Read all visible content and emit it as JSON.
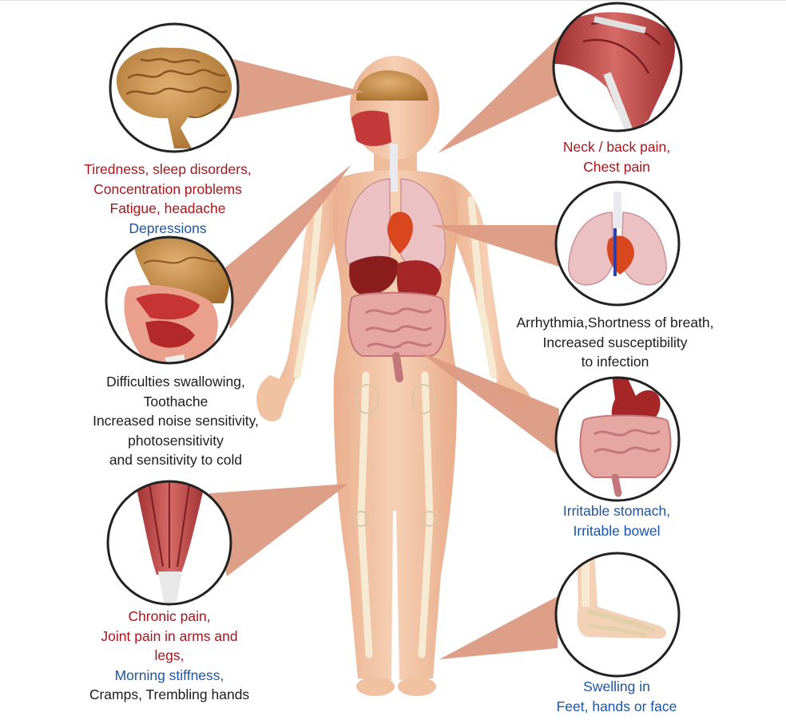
{
  "colors": {
    "red_text": "#a4161c",
    "blue_text": "#1b55a8",
    "black_text": "#1c1c1c",
    "skin": "#f3c7a8",
    "pointer": "#d98b72",
    "circle_border": "#222222"
  },
  "callouts": {
    "brain": {
      "icon": "brain-icon",
      "lines": [
        {
          "text": "Tiredness, sleep disorders,",
          "color": "red"
        },
        {
          "text": "Concentration problems",
          "color": "red"
        },
        {
          "text": "Fatigue, headache",
          "color": "red"
        },
        {
          "text": "Depressions",
          "color": "blue"
        }
      ]
    },
    "head_section": {
      "icon": "head-cross-section-icon",
      "lines": [
        {
          "text": "Difficulties swallowing,",
          "color": "black"
        },
        {
          "text": "Toothache",
          "color": "black"
        },
        {
          "text": "Increased noise sensitivity,",
          "color": "black"
        },
        {
          "text": "photosensitivity",
          "color": "black"
        },
        {
          "text": "and sensitivity to cold",
          "color": "black"
        }
      ]
    },
    "muscle": {
      "icon": "leg-muscle-icon",
      "lines": [
        {
          "text": "Chronic pain,",
          "color": "red"
        },
        {
          "text": "Joint pain in arms and",
          "color": "red"
        },
        {
          "text": "legs,",
          "color": "red"
        },
        {
          "text": "Morning stiffness,",
          "color": "blue"
        },
        {
          "text": "Cramps, Trembling hands",
          "color": "black"
        }
      ]
    },
    "shoulder": {
      "icon": "shoulder-muscle-icon",
      "lines": [
        {
          "text": "Neck / back pain,",
          "color": "red"
        },
        {
          "text": "Chest pain",
          "color": "red"
        }
      ]
    },
    "lungs": {
      "icon": "lungs-heart-icon",
      "lines": [
        {
          "text": "Arrhythmia,Shortness of breath,",
          "color": "black"
        },
        {
          "text": "Increased susceptibility",
          "color": "black"
        },
        {
          "text": "to infection",
          "color": "black"
        }
      ]
    },
    "digestive": {
      "icon": "stomach-intestine-icon",
      "lines": [
        {
          "text": "Irritable stomach,",
          "color": "blue"
        },
        {
          "text": "Irritable bowel",
          "color": "blue"
        }
      ]
    },
    "foot": {
      "icon": "foot-skeleton-icon",
      "lines": [
        {
          "text": "Swelling in",
          "color": "blue"
        },
        {
          "text": "Feet, hands or face",
          "color": "blue"
        }
      ]
    }
  }
}
